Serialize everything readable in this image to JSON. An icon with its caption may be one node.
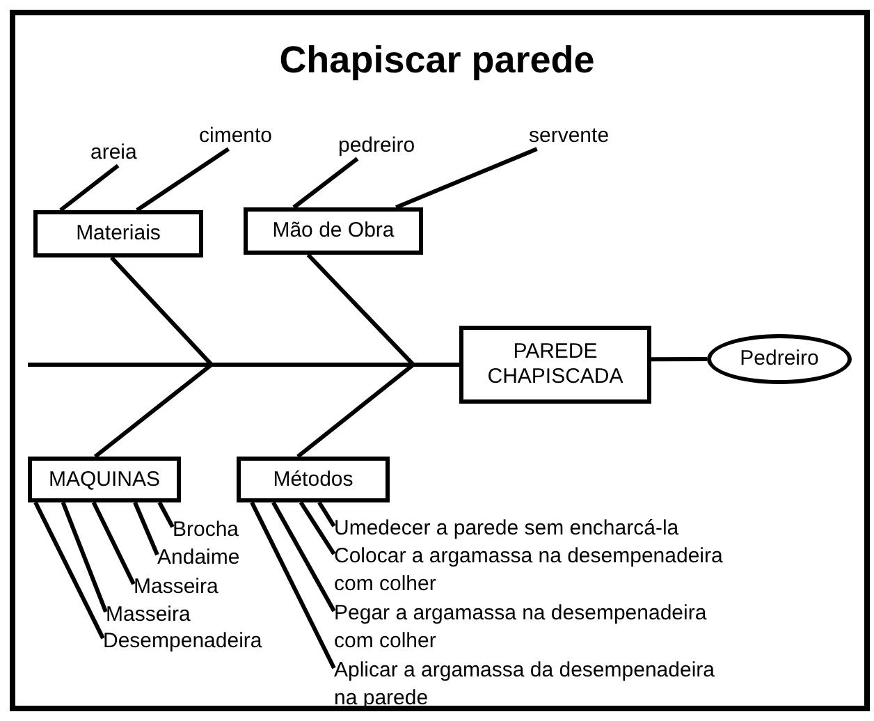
{
  "diagram": {
    "title": "Chapiscar parede",
    "nodes": [
      {
        "text": [
          "Materiais"
        ]
      },
      {
        "text": [
          "Mão de Obra"
        ]
      },
      {
        "text": [
          "PAREDE CHAPISCADA"
        ]
      },
      {
        "text": [
          "Pedreiro"
        ]
      },
      {
        "text": [
          "MAQUINAS"
        ]
      },
      {
        "text": [
          "Métodos"
        ]
      },
      {
        "text": [
          "areia"
        ]
      },
      {
        "text": [
          "cimento"
        ]
      },
      {
        "text": [
          "pedreiro"
        ]
      },
      {
        "text": [
          "servente"
        ]
      },
      {
        "text": [
          "Brocha"
        ]
      },
      {
        "text": [
          "Andaime"
        ]
      },
      {
        "text": [
          "Masseira"
        ]
      },
      {
        "text": [
          "Masseira"
        ]
      },
      {
        "text": [
          "Desempenadeira"
        ]
      },
      {
        "text": [
          "Umedecer a parede sem encharcá-la"
        ]
      },
      {
        "text": [
          "Colocar a argamassa na desempenadeira com colher"
        ]
      },
      {
        "text": [
          "Pegar a argamassa na desempenadeira com colher"
        ]
      },
      {
        "text": [
          "Aplicar a argamassa da desempenadeira na parede"
        ]
      }
    ],
    "edges": [
      {
        "from": null,
        "to": 2,
        "arrow": "none"
      },
      {
        "from": 0,
        "to": 2,
        "arrow": "none"
      },
      {
        "from": 1,
        "to": 2,
        "arrow": "none"
      },
      {
        "from": 4,
        "to": 2,
        "arrow": "none"
      },
      {
        "from": 5,
        "to": 2,
        "arrow": "none"
      },
      {
        "from": 2,
        "to": 3,
        "arrow": "none"
      },
      {
        "from": 6,
        "to": 0,
        "arrow": "none"
      },
      {
        "from": 7,
        "to": 0,
        "arrow": "none"
      },
      {
        "from": 8,
        "to": 1,
        "arrow": "none"
      },
      {
        "from": 9,
        "to": 1,
        "arrow": "none"
      },
      {
        "from": 10,
        "to": 4,
        "arrow": "none"
      },
      {
        "from": 11,
        "to": 4,
        "arrow": "none"
      },
      {
        "from": 12,
        "to": 4,
        "arrow": "none"
      },
      {
        "from": 13,
        "to": 4,
        "arrow": "none"
      },
      {
        "from": 14,
        "to": 4,
        "arrow": "none"
      },
      {
        "from": 15,
        "to": 5,
        "arrow": "none"
      },
      {
        "from": 16,
        "to": 5,
        "arrow": "none"
      },
      {
        "from": 17,
        "to": 5,
        "arrow": "none"
      },
      {
        "from": 18,
        "to": 5,
        "arrow": "none"
      }
    ]
  }
}
